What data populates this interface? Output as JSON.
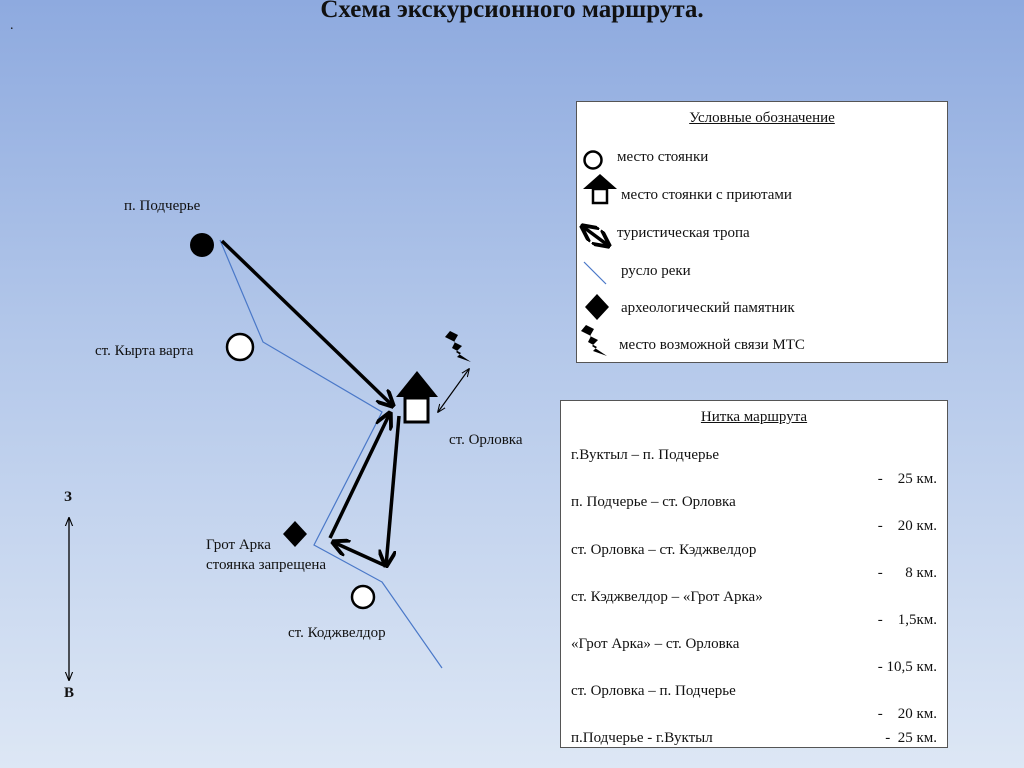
{
  "title": "Схема экскурсионного маршрута.",
  "corner_mark": ".",
  "map": {
    "labels": {
      "podcherye": "п. Подчерье",
      "kyrta_varta": "ст. Кырта варта",
      "orlovka": "ст. Орловка",
      "grot_line1": "Грот Арка",
      "grot_line2": "стоянка запрещена",
      "kodzhveldor": "ст. Коджвелдор"
    },
    "compass": {
      "north": "З",
      "south": "В"
    }
  },
  "legend": {
    "title": "Условные обозначение",
    "items": [
      {
        "icon": "open-circle",
        "label": "место стоянки"
      },
      {
        "icon": "shelter-house",
        "label": "место стоянки с приютами"
      },
      {
        "icon": "double-arrow",
        "label": "туристическая тропа"
      },
      {
        "icon": "river-line",
        "label": "русло реки"
      },
      {
        "icon": "diamond",
        "label": "археологический памятник"
      },
      {
        "icon": "lightning",
        "label": "место возможной связи МТС"
      }
    ]
  },
  "route": {
    "title": "Нитка маршрута",
    "segments": [
      {
        "name": "г.Вуктыл – п. Подчерье",
        "distance": "-    25 км."
      },
      {
        "name": "п. Подчерье – ст. Орловка",
        "distance": "-    20 км."
      },
      {
        "name": "ст. Орловка – ст. Кэджвелдор",
        "distance": "-      8 км."
      },
      {
        "name": "ст. Кэджвелдор – «Грот Арка»",
        "distance": "-    1,5км."
      },
      {
        "name": "«Грот Арка» – ст. Орловка",
        "distance": "- 10,5 км."
      },
      {
        "name": "ст. Орловка – п. Подчерье",
        "distance": "-    20 км."
      },
      {
        "name": "п.Подчерье - г.Вуктыл",
        "distance": "-  25 км."
      }
    ]
  }
}
